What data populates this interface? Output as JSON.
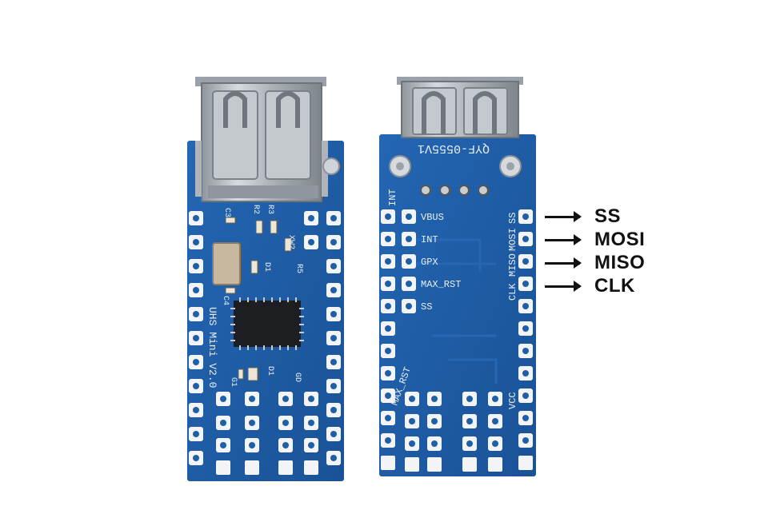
{
  "front_board": {
    "model": "UHS Mini V2.0",
    "refs": {
      "c3": "C3",
      "r2": "R2",
      "r3": "R3",
      "c4": "C4",
      "d1": "D1",
      "r5": "R5",
      "xw2": "XW2",
      "g1": "G1",
      "d1b": "D1",
      "gd": "GD"
    }
  },
  "back_board": {
    "part_number": "QYF-0555V1",
    "left_labels": [
      "INT",
      "MAX_RST"
    ],
    "inner_labels": [
      "VBUS",
      "INT",
      "GPX",
      "MAX_RST",
      "SS"
    ],
    "right_labels": [
      "SS",
      "MOSI",
      "MISO",
      "CLK",
      "VCC"
    ]
  },
  "callouts": [
    {
      "label": "SS"
    },
    {
      "label": "MOSI"
    },
    {
      "label": "MISO"
    },
    {
      "label": "CLK"
    }
  ],
  "colors": {
    "pcb_blue": "#1f5fa8",
    "pcb_dark": "#174a86",
    "pad_white": "#f2f4f7",
    "metal": "#b9bec4",
    "arrow": "#111111"
  }
}
